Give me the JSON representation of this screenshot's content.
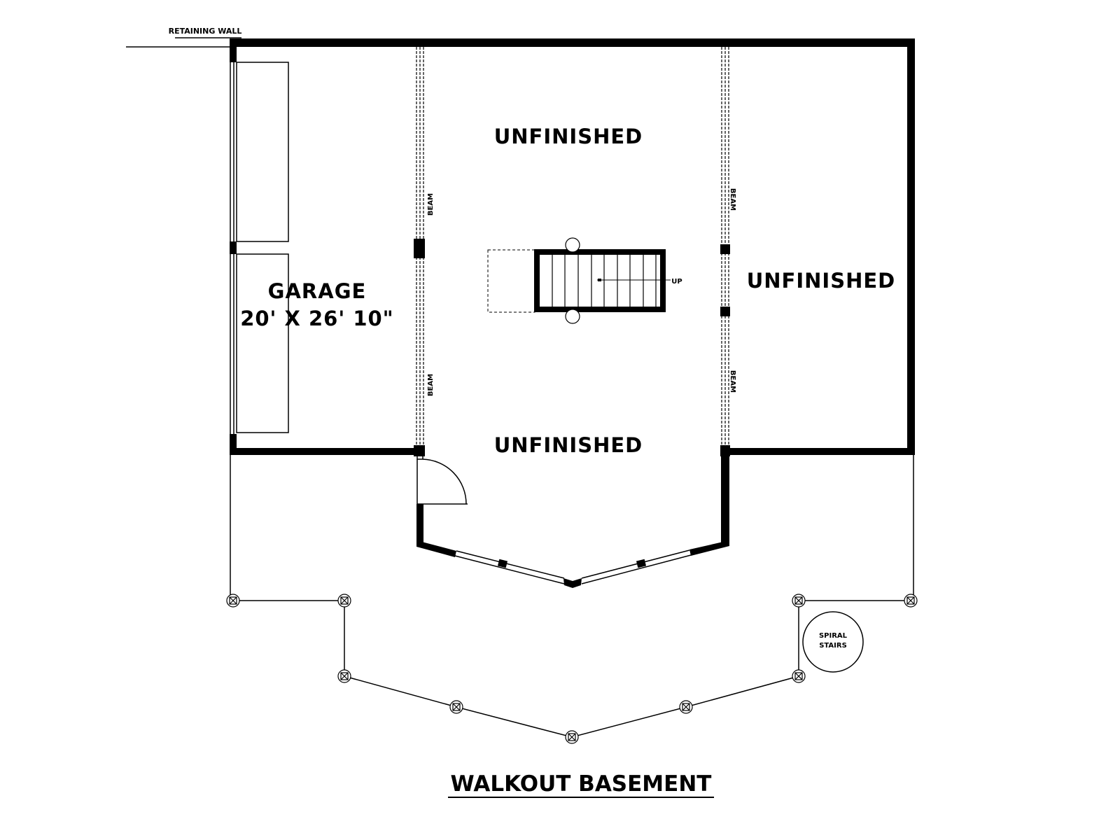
{
  "plan": {
    "title": "WALKOUT BASEMENT",
    "annotations": {
      "retaining_wall": "RETAINING WALL",
      "beam": "BEAM",
      "up": "UP",
      "spiral_stairs_line1": "SPIRAL",
      "spiral_stairs_line2": "STAIRS"
    },
    "rooms": {
      "unfinished_top": "UNFINISHED",
      "unfinished_bottom": "UNFINISHED",
      "unfinished_right": "UNFINISHED",
      "garage_name": "GARAGE",
      "garage_size": "20' X 26' 10\""
    }
  }
}
